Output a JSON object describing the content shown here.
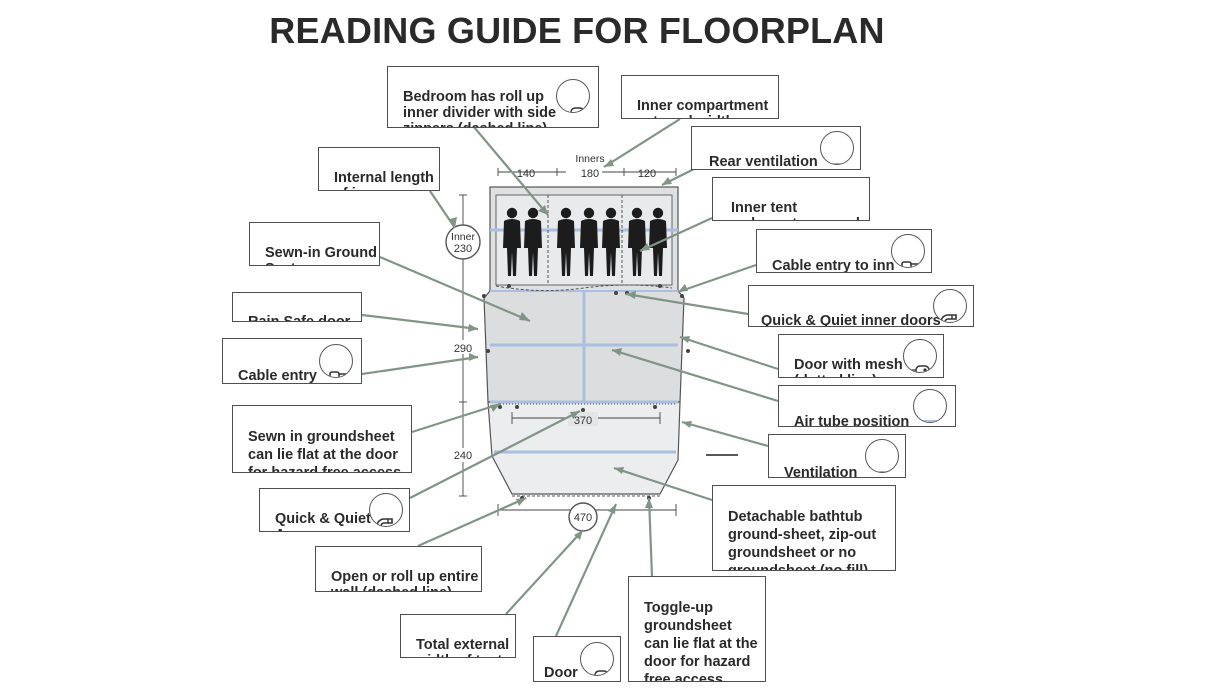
{
  "title": "READING GUIDE FOR FLOORPLAN",
  "labels": {
    "bedroom_divider": "Bedroom has roll up\ninner divider with side\nzippers (dashed line)",
    "inner_compartment": "Inner compartment\nexternal width",
    "rear_ventilation": "Rear ventilation",
    "internal_length": "Internal length\nof inner",
    "inner_tent": "Inner tent\n– sleeps two people",
    "sewn_ground": "Sewn-in Ground\nSystem",
    "cable_entry_inner": "Cable entry to inn",
    "rain_safe": "Rain Safe door",
    "quick_quiet_doors": "Quick & Quiet inner doors",
    "cable_entry": "Cable entry",
    "door_mesh": "Door with mesh\n(dotted line)",
    "air_tube": "Air tube position",
    "sewn_groundsheet": "Sewn in groundsheet\ncan lie flat at the door\nfor hazard free access",
    "ventilation": "Ventilation",
    "quick_quiet_access": "Quick & Quiet\nAccess",
    "bathtub": "Detachable bathtub\nground-sheet, zip-out\ngroundsheet or no\ngroundsheet (no fill)",
    "open_wall": "Open or roll up entire\nwall (dashed line)",
    "toggle_up": "Toggle-up\ngroundsheet\ncan lie flat at the\ndoor for hazard\nfree access",
    "total_width": "Total external\nwidth of tent",
    "door": "Door"
  },
  "dimensions": {
    "inners": "Inners",
    "w140": "140",
    "w180": "180",
    "w120": "120",
    "inner_label": "Inner",
    "inner_length": "230",
    "length_290": "290",
    "length_240": "240",
    "width_370": "370",
    "width_470": "470"
  },
  "icons": {
    "divider_zip": "zip-pull-icon",
    "rear_vent": "half-filled-circle-icon",
    "cable_plug": "plug-icon",
    "magnet": "magnet-icon",
    "door_mesh": "zip-mesh-icon",
    "air_tube": "air-tube-icon",
    "vent": "half-filled-circle-icon",
    "door_zip": "zip-pull-icon"
  },
  "colors": {
    "leader_line": "#809586",
    "air_tube": "#a8bfe0",
    "floor": "#dfe0e2",
    "figure": "#1c1c1c"
  }
}
